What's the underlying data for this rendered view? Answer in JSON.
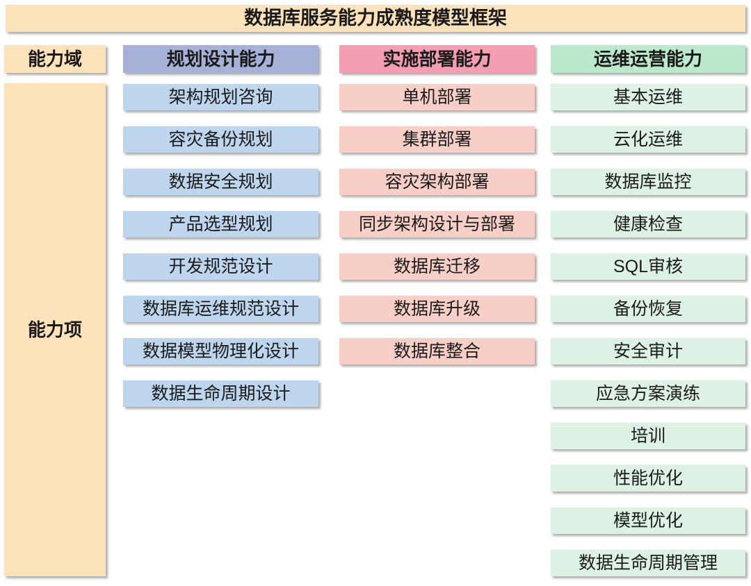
{
  "title": "数据库服务能力成熟度模型框架",
  "axis": {
    "domain_label": "能力域",
    "item_label": "能力项"
  },
  "colors": {
    "background": "#FFFFFF",
    "band": "#FCE3BC",
    "text": "#1A1A1A"
  },
  "columns": [
    {
      "id": "planning-design",
      "header": "规划设计能力",
      "header_color": "#A7B1D7",
      "item_color": "#BDD6EE",
      "items": [
        "架构规划咨询",
        "容灾备份规划",
        "数据安全规划",
        "产品选型规划",
        "开发规范设计",
        "数据库运维规范设计",
        "数据模型物理化设计",
        "数据生命周期设计"
      ]
    },
    {
      "id": "implementation-deployment",
      "header": "实施部署能力",
      "header_color": "#F49EB2",
      "item_color": "#F7CFC7",
      "items": [
        "单机部署",
        "集群部署",
        "容灾架构部署",
        "同步架构设计与部署",
        "数据库迁移",
        "数据库升级",
        "数据库整合"
      ]
    },
    {
      "id": "operations",
      "header": "运维运营能力",
      "header_color": "#BCE8CD",
      "item_color": "#DDF2E4",
      "items": [
        "基本运维",
        "云化运维",
        "数据库监控",
        "健康检查",
        "SQL审核",
        "备份恢复",
        "安全审计",
        "应急方案演练",
        "培训",
        "性能优化",
        "模型优化",
        "数据生命周期管理"
      ]
    }
  ]
}
